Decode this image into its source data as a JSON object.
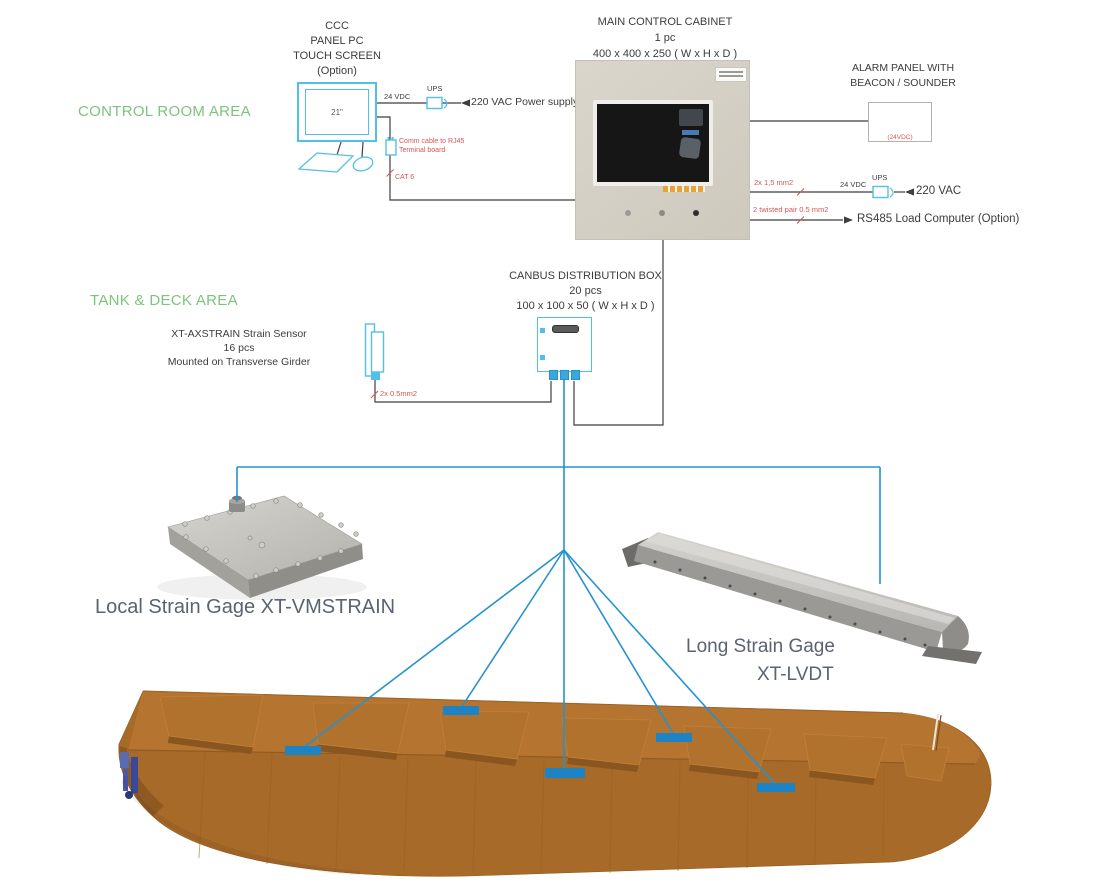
{
  "areas": {
    "control_room": "CONTROL ROOM AREA",
    "tank_deck": "TANK & DECK AREA"
  },
  "panel_pc": {
    "l1": "CCC",
    "l2": "PANEL PC",
    "l3": "TOUCH SCREEN",
    "l4": "(Option)",
    "size": "21\"",
    "vdc": "24 VDC",
    "ups": "UPS",
    "supply": "220 VAC Power supply",
    "comm1": "Comm cable to RJ45",
    "comm2": "Terminal board",
    "cat": "CAT 6"
  },
  "cabinet": {
    "t1": "MAIN CONTROL CABINET",
    "t2": "1 pc",
    "t3": "400 x 400 x 250 ( W x H x D )"
  },
  "alarm": {
    "t1": "ALARM PANEL WITH",
    "t2": "BEACON / SOUNDER",
    "v": "(24VDC)"
  },
  "wires": {
    "w1red": "2x 1,5 mm2",
    "w1vdc": "24 VDC",
    "w1ups": "UPS",
    "w1t": "220 VAC",
    "w2red": "2 twisted pair 0.5 mm2",
    "w2t": "RS485 Load Computer (Option)"
  },
  "canbus": {
    "t1": "CANBUS DISTRIBUTION BOX",
    "t2": "20 pcs",
    "t3": "100 x 100 x 50 ( W x H x D )"
  },
  "sensor": {
    "t1": "XT-AXSTRAIN Strain Sensor",
    "t2": "16 pcs",
    "t3": "Mounted on Transverse Girder",
    "red": "2x 0.5mm2"
  },
  "local_gage": {
    "caption": "Local Strain Gage XT-VMSTRAIN"
  },
  "long_gage": {
    "c1": "Long Strain Gage",
    "c2": "XT-LVDT"
  },
  "colors": {
    "diagram_blue": "#52bfe8",
    "bus_blue": "#2492d0",
    "sensor_blue": "#1e83c5",
    "area_green": "#7cc47b",
    "wire_red": "#d95555",
    "line_dark": "#3f3f3f",
    "hull_brown": "#a86a29",
    "deck_brown": "#b5742f"
  }
}
